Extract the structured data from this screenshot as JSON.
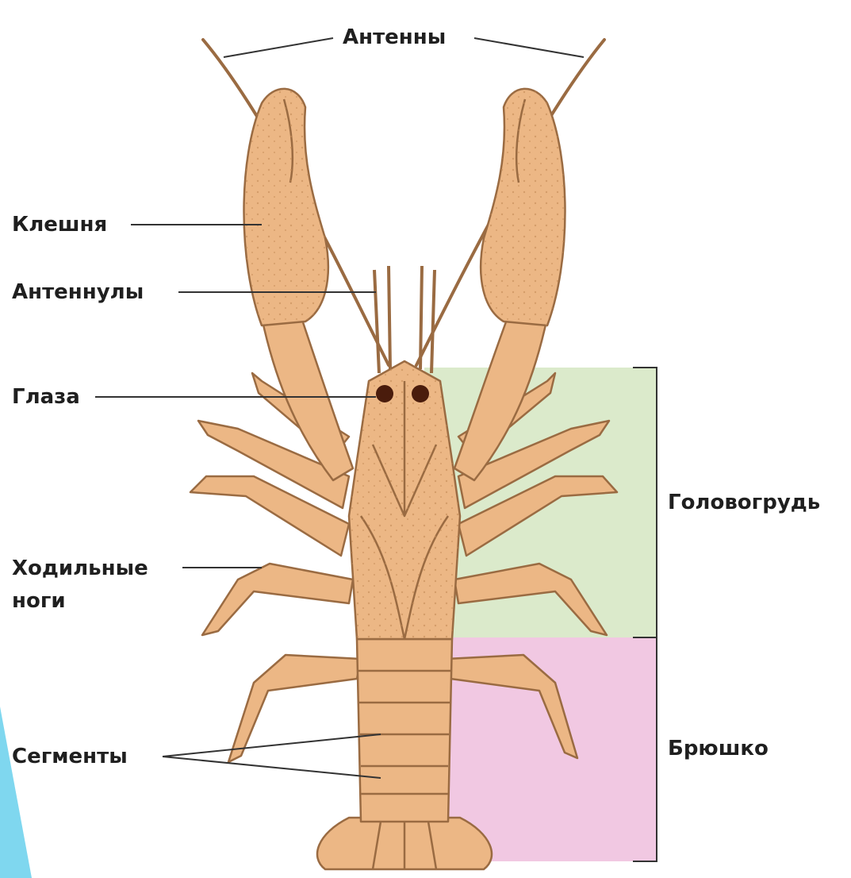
{
  "labels": {
    "antennae": "Антенны",
    "claw": "Клешня",
    "antennules": "Антеннулы",
    "eyes": "Глаза",
    "walking_legs_line1": "Ходильные",
    "walking_legs_line2": "ноги",
    "segments": "Сегменты",
    "cephalothorax": "Головогрудь",
    "abdomen": "Брюшко"
  },
  "colors": {
    "body_fill": "#ecb785",
    "body_stroke": "#9a6b42",
    "cephalothorax_region": "#dbeacb",
    "abdomen_region": "#f1c8e2",
    "eye": "#4a1c0c",
    "leader_line": "#333333",
    "corner_accent": "#7fd7ef"
  }
}
